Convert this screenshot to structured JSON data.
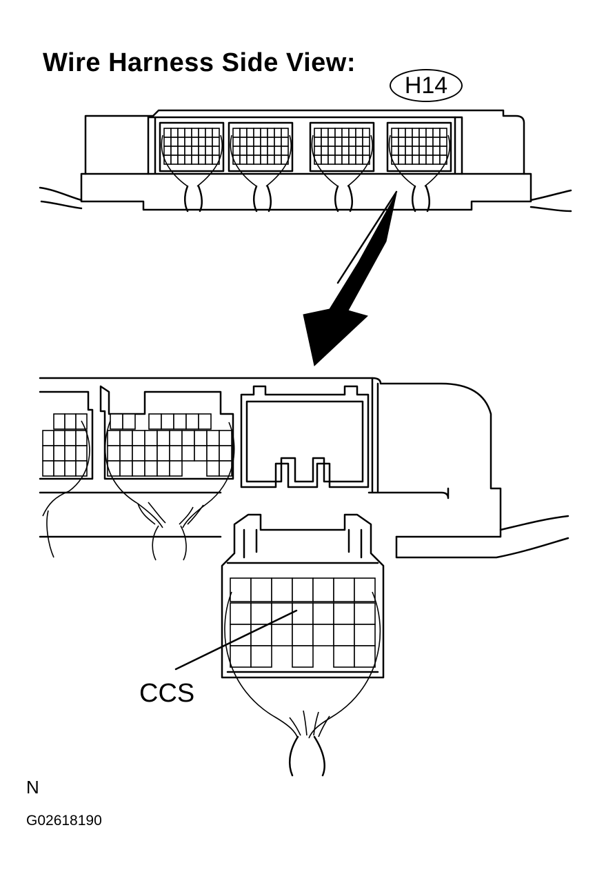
{
  "header": {
    "title": "Wire Harness Side View:"
  },
  "connector_badge": {
    "label": "H14"
  },
  "callout": {
    "label": "CCS"
  },
  "footer": {
    "mark": "N",
    "figure_id": "G02618190"
  }
}
